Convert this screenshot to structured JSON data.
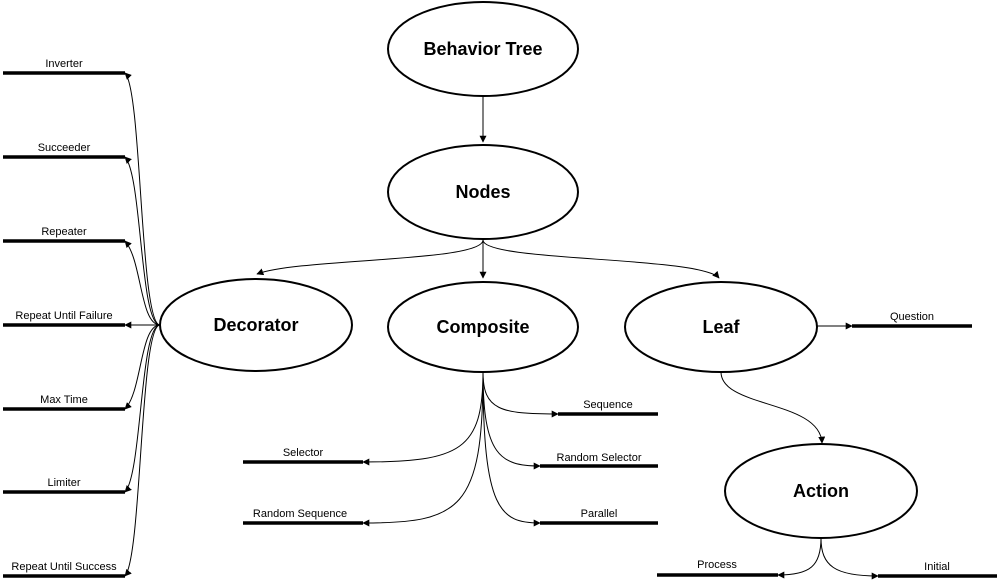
{
  "nodes": {
    "behavior_tree": "Behavior Tree",
    "nodes": "Nodes",
    "decorator": "Decorator",
    "composite": "Composite",
    "leaf": "Leaf",
    "action": "Action"
  },
  "decorator_children": {
    "inverter": "Inverter",
    "succeeder": "Succeeder",
    "repeater": "Repeater",
    "repeat_until_failure": "Repeat Until Failure",
    "max_time": "Max Time",
    "limiter": "Limiter",
    "repeat_until_success": "Repeat Until Success"
  },
  "composite_children": {
    "sequence": "Sequence",
    "selector": "Selector",
    "random_selector": "Random Selector",
    "random_sequence": "Random Sequence",
    "parallel": "Parallel"
  },
  "leaf_children": {
    "question": "Question"
  },
  "action_children": {
    "process": "Process",
    "initial": "Initial"
  }
}
